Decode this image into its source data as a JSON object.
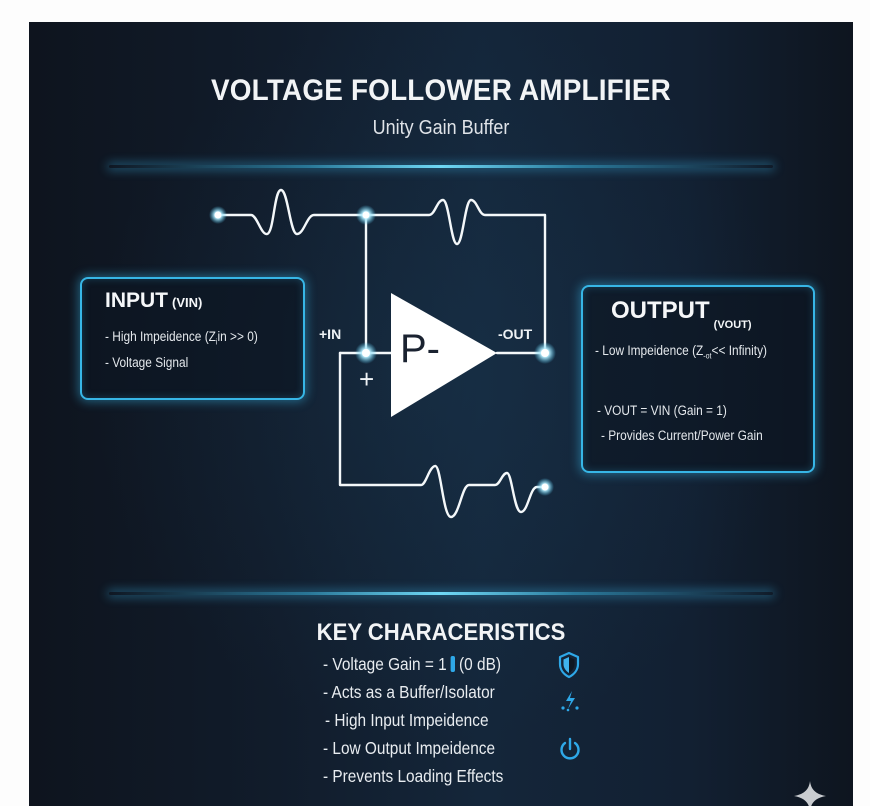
{
  "header": {
    "title": "VOLTAGE FOLLOWER AMPLIFIER",
    "subtitle": "Unity Gain Buffer"
  },
  "circuit": {
    "opamp_label": "P-",
    "plus_in_label": "+IN",
    "minus_out_label": "-OUT",
    "plus_sign": "+"
  },
  "input_box": {
    "title": "INPUT",
    "title_sub": "(VIN)",
    "lines": [
      "- High Impeidence (Z",
      "- Voltage Signal"
    ],
    "z_subscript": "i",
    "z_suffix": "in >> 0)"
  },
  "output_box": {
    "title": "OUTPUT",
    "title_sub": "(VOUT)",
    "lines": [
      "- Low Impeidence (Z",
      "- VOUT = VIN (Gain = 1)",
      "- Provides Current/Power Gain"
    ],
    "z_subscript": "-ot",
    "z_suffix": "<< Infinity)"
  },
  "key_characteristics": {
    "title": "KEY CHARACERISTICS",
    "items": [
      "- Voltage Gain = 1",
      "- Acts as a Buffer/Isolator",
      "- High Input Impeidence",
      "- Low Output Impeidence",
      "- Prevents Loading Effects"
    ],
    "gain_suffix": "(0 dB)",
    "icons": [
      "shield-icon",
      "lightning-icon",
      "power-icon"
    ]
  },
  "colors": {
    "accent": "#37b6e6",
    "glow": "#6fd8f5",
    "background": "#111c2b",
    "wire": "#f4f8fa",
    "icon_blue": "#2ea8e8"
  }
}
